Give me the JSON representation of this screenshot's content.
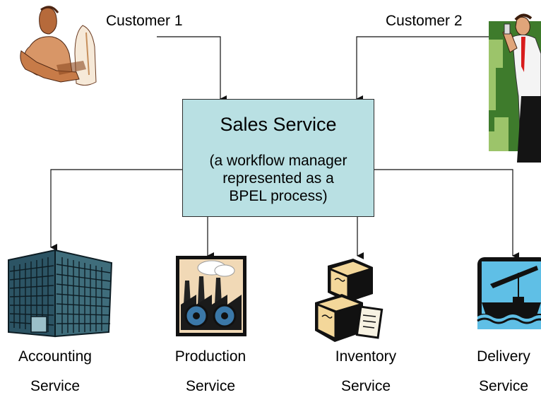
{
  "customers": {
    "customer1": "Customer 1",
    "customer2": "Customer 2"
  },
  "sales": {
    "title": "Sales Service",
    "lines": [
      "(a workflow manager",
      "represented as a",
      "BPEL process)"
    ]
  },
  "services": [
    {
      "line1": "Accounting",
      "line2": "Service"
    },
    {
      "line1": "Production",
      "line2": "Service"
    },
    {
      "line1": "Inventory",
      "line2": "Service"
    },
    {
      "line1": "Delivery",
      "line2": "Service"
    }
  ],
  "icons": [
    "person-at-computer-icon",
    "man-with-phone-icon",
    "office-building-icon",
    "factory-icon",
    "boxes-icon",
    "crane-ship-icon"
  ],
  "colors": {
    "box_fill": "#b9e0e3",
    "building": "#3f6d7b",
    "green_bg": "#3e7b2c",
    "box_tan": "#f3d79a",
    "water": "#3aa8d8"
  }
}
